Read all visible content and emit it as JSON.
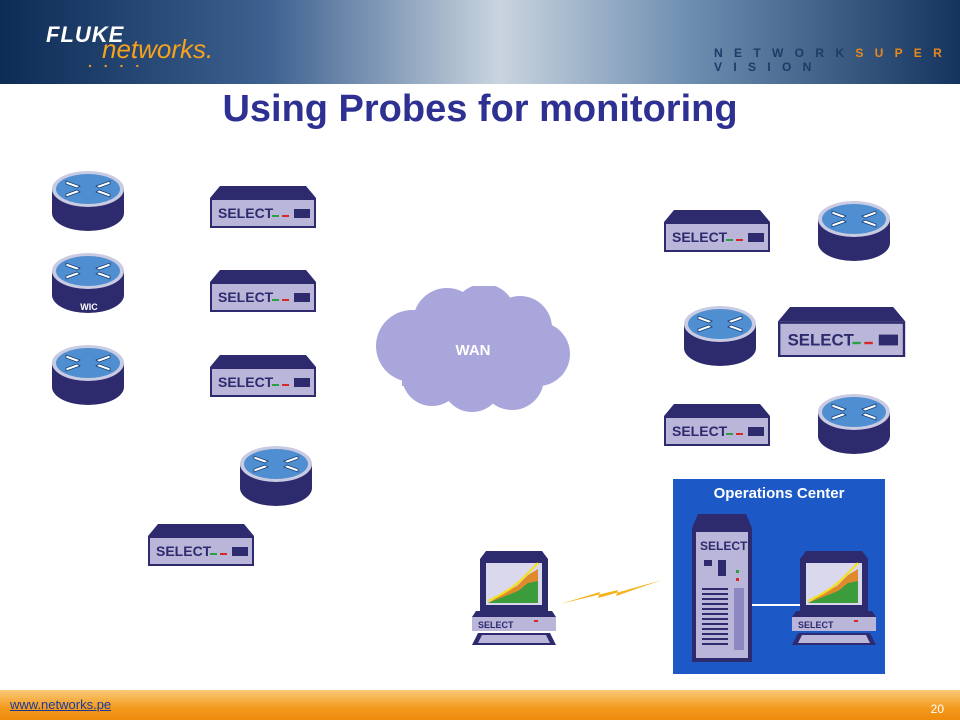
{
  "header": {
    "logo_fluke": "FLUKE",
    "logo_networks": "networks.",
    "logo_dots": ". . . .",
    "tagline_a": "N E T W O R K ",
    "tagline_b": "S U P E R ",
    "tagline_c": "V I S I O N"
  },
  "slide": {
    "title": "Using Probes for monitoring",
    "footer_url": "www.networks.pe",
    "page_number": "20"
  },
  "diagram": {
    "wan_label": "WAN",
    "wic_label": "WIC",
    "ops_center_label": "Operations Center",
    "probe_label": "SELECT",
    "colors": {
      "title": "#2e3192",
      "router_top": "#4f8fd1",
      "router_body": "#2d2a6e",
      "probe_body": "#2d2a6e",
      "probe_face": "#b9b6d9",
      "cloud": "#a9a6dc",
      "ops_bg": "#1c59c7",
      "lightning": "#f5b21b"
    }
  }
}
